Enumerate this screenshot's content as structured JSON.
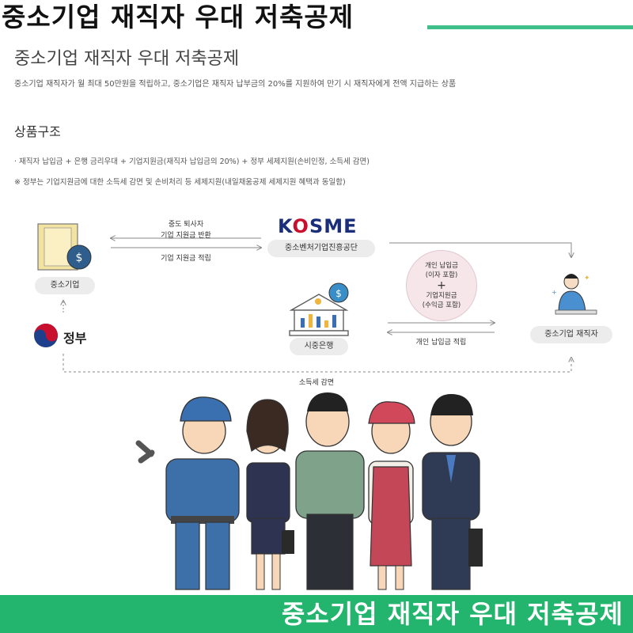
{
  "header": {
    "banner_title": "중소기업 재직자 우대 저축공제",
    "sub_title": "중소기업 재직자 우대 저축공제",
    "description": "중소기업 재직자가 월 최대 50만원을 적립하고, 중소기업은 재직자 납부금의 20%를 지원하여 만기 시 재직자에게 전액 지급하는 상품"
  },
  "structure": {
    "title": "상품구조",
    "bullet": "· 재직자 납입금 + 은행 금리우대 + 기업지원금(재직자 납입금의 20%) + 정부 세제지원(손비인정, 소득세 감면)",
    "note": "※ 정부는 기업지원금에 대한 소득세 감면 및 손비처리 등 세제지원(내일채움공제 세제지원 혜택과 동일함)"
  },
  "diagram": {
    "sme_label": "중소기업",
    "gov_label": "정부",
    "kosme_logo": "KOSME",
    "kosme_label": "중소벤처기업진흥공단",
    "bank_label": "시중은행",
    "employee_label": "중소기업 재직자",
    "flow_top_1": "중도 퇴사자",
    "flow_top_2": "기업 지원금 반환",
    "flow_mid": "기업 지원금 적립",
    "circle_line1": "개인 납입금",
    "circle_line2": "(이자 포함)",
    "circle_plus": "+",
    "circle_line3": "기업지원금",
    "circle_line4": "(수익금 포함)",
    "flow_bank": "개인 납입금 적립",
    "flow_tax": "소득세 감면"
  },
  "footer": {
    "bottom_title": "중소기업 재직자 우대 저축공제"
  },
  "colors": {
    "accent_green": "#23b46e",
    "kosme_blue": "#1a2e7a",
    "kosme_red": "#c8102e"
  }
}
